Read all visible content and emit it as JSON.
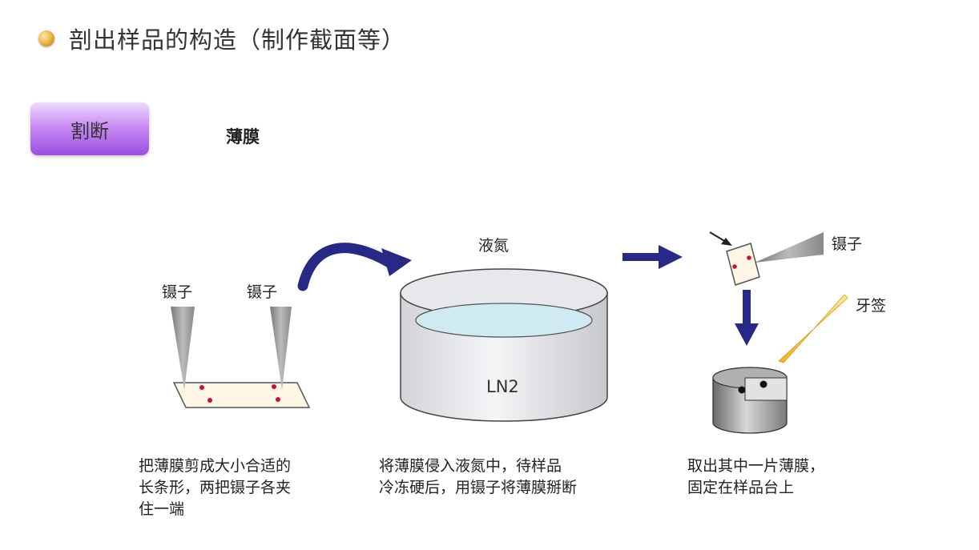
{
  "title": "剖出样品的构造（制作截面等）",
  "tab_button": "割断",
  "tab_label": "薄膜",
  "labels": {
    "tweezers": "镊子",
    "liquid_nitrogen": "液氮",
    "ln2": "LN2",
    "toothpick": "牙签"
  },
  "steps": [
    {
      "lines": [
        "把薄膜剪成大小合适的",
        "长条形，两把镊子各夹",
        "住一端"
      ]
    },
    {
      "lines": [
        "将薄膜侵入液氮中，待样品",
        "冷冻硬后，用镊子将薄膜掰断"
      ]
    },
    {
      "lines": [
        "取出其中一片薄膜，",
        "固定在样品台上"
      ]
    }
  ],
  "colors": {
    "arrow": "#262a86",
    "accent": "#a259e6",
    "bullet": "#e8a640",
    "dot": "#c8103a"
  }
}
